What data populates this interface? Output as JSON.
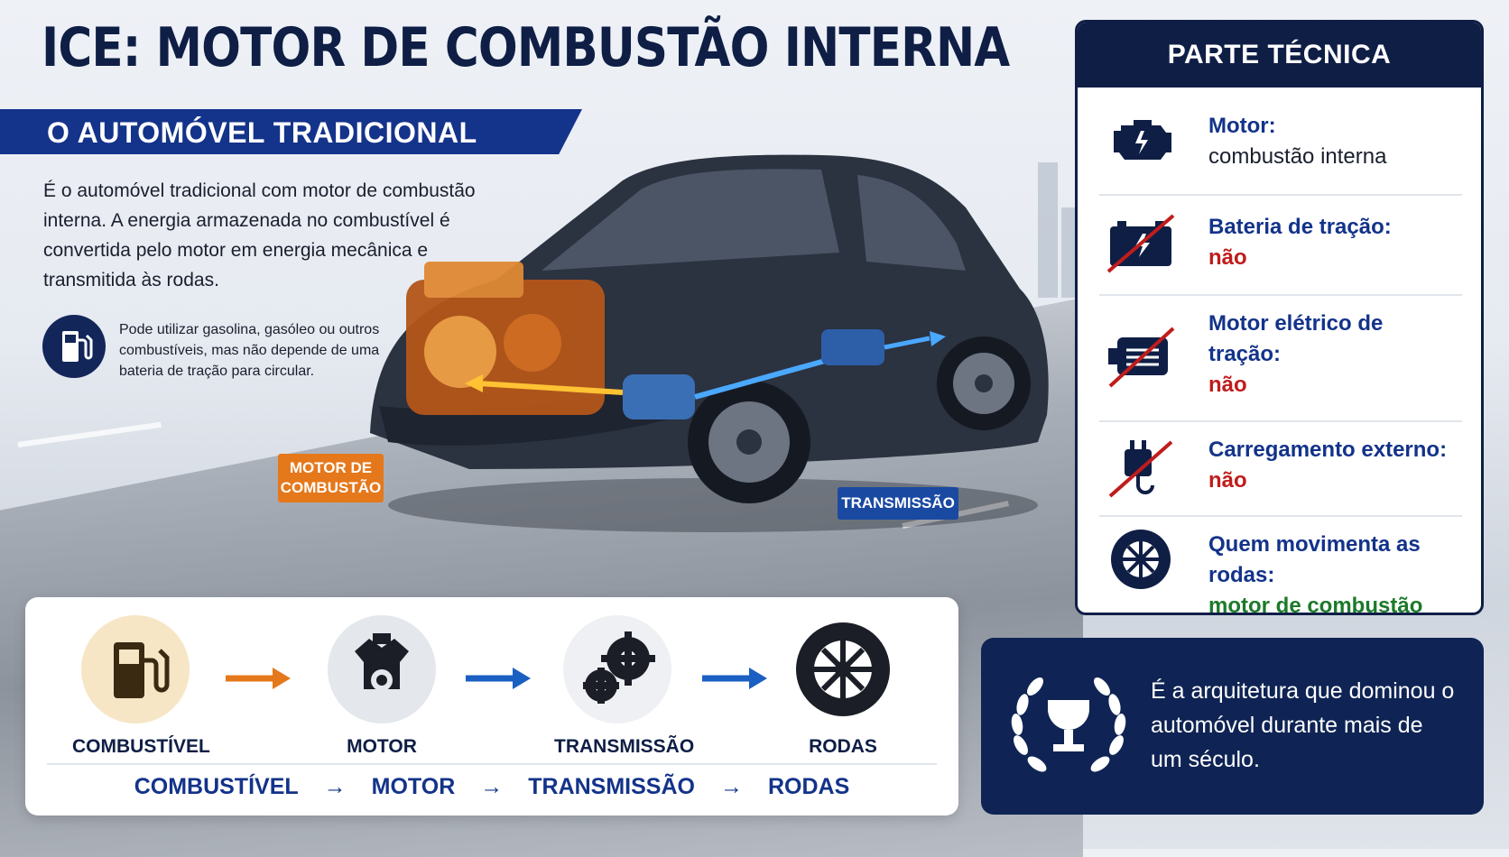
{
  "title": "ICE: MOTOR DE COMBUSTÃO INTERNA",
  "subtitle": "O AUTOMÓVEL TRADICIONAL",
  "intro": "É o automóvel tradicional com motor de combustão interna. A energia armazenada no combustível é convertida pelo motor em energia mecânica e transmitida às rodas.",
  "fuel_note": "Pode utilizar gasolina, gasóleo ou outros combustíveis, mas não depende de uma bateria de tração para circular.",
  "car_labels": {
    "engine": "MOTOR DE COMBUSTÃO",
    "transmission": "TRANSMISSÃO"
  },
  "panel": {
    "title": "PARTE TÉCNICA",
    "rows": [
      {
        "icon": "engine-icon",
        "label": "Motor:",
        "value": "combustão interna"
      },
      {
        "icon": "battery-crossed-icon",
        "label": "Bateria de tração:",
        "value": "não"
      },
      {
        "icon": "electric-motor-crossed-icon",
        "label": "Motor elétrico de tração:",
        "value": "não"
      },
      {
        "icon": "plug-crossed-icon",
        "label": "Carregamento externo:",
        "value": "não"
      },
      {
        "icon": "wheel-icon",
        "label": "Quem movimenta as rodas:",
        "value": "motor de combustão"
      }
    ]
  },
  "flow": {
    "steps": [
      {
        "icon": "fuel-pump-icon",
        "label": "COMBUSTÍVEL"
      },
      {
        "icon": "engine-block-icon",
        "label": "MOTOR"
      },
      {
        "icon": "gears-icon",
        "label": "TRANSMISSÃO"
      },
      {
        "icon": "wheel-icon",
        "label": "RODAS"
      }
    ],
    "summary": [
      "COMBUSTÍVEL",
      "MOTOR",
      "TRANSMISSÃO",
      "RODAS"
    ],
    "arrow": "→"
  },
  "trophy_text": "É a arquitetura que dominou o automóvel durante mais de um século.",
  "colors": {
    "navy": "#0f1e45",
    "blue": "#14338a",
    "orange": "#e5781b",
    "red": "#c01c1c",
    "green": "#1c7a2a"
  }
}
